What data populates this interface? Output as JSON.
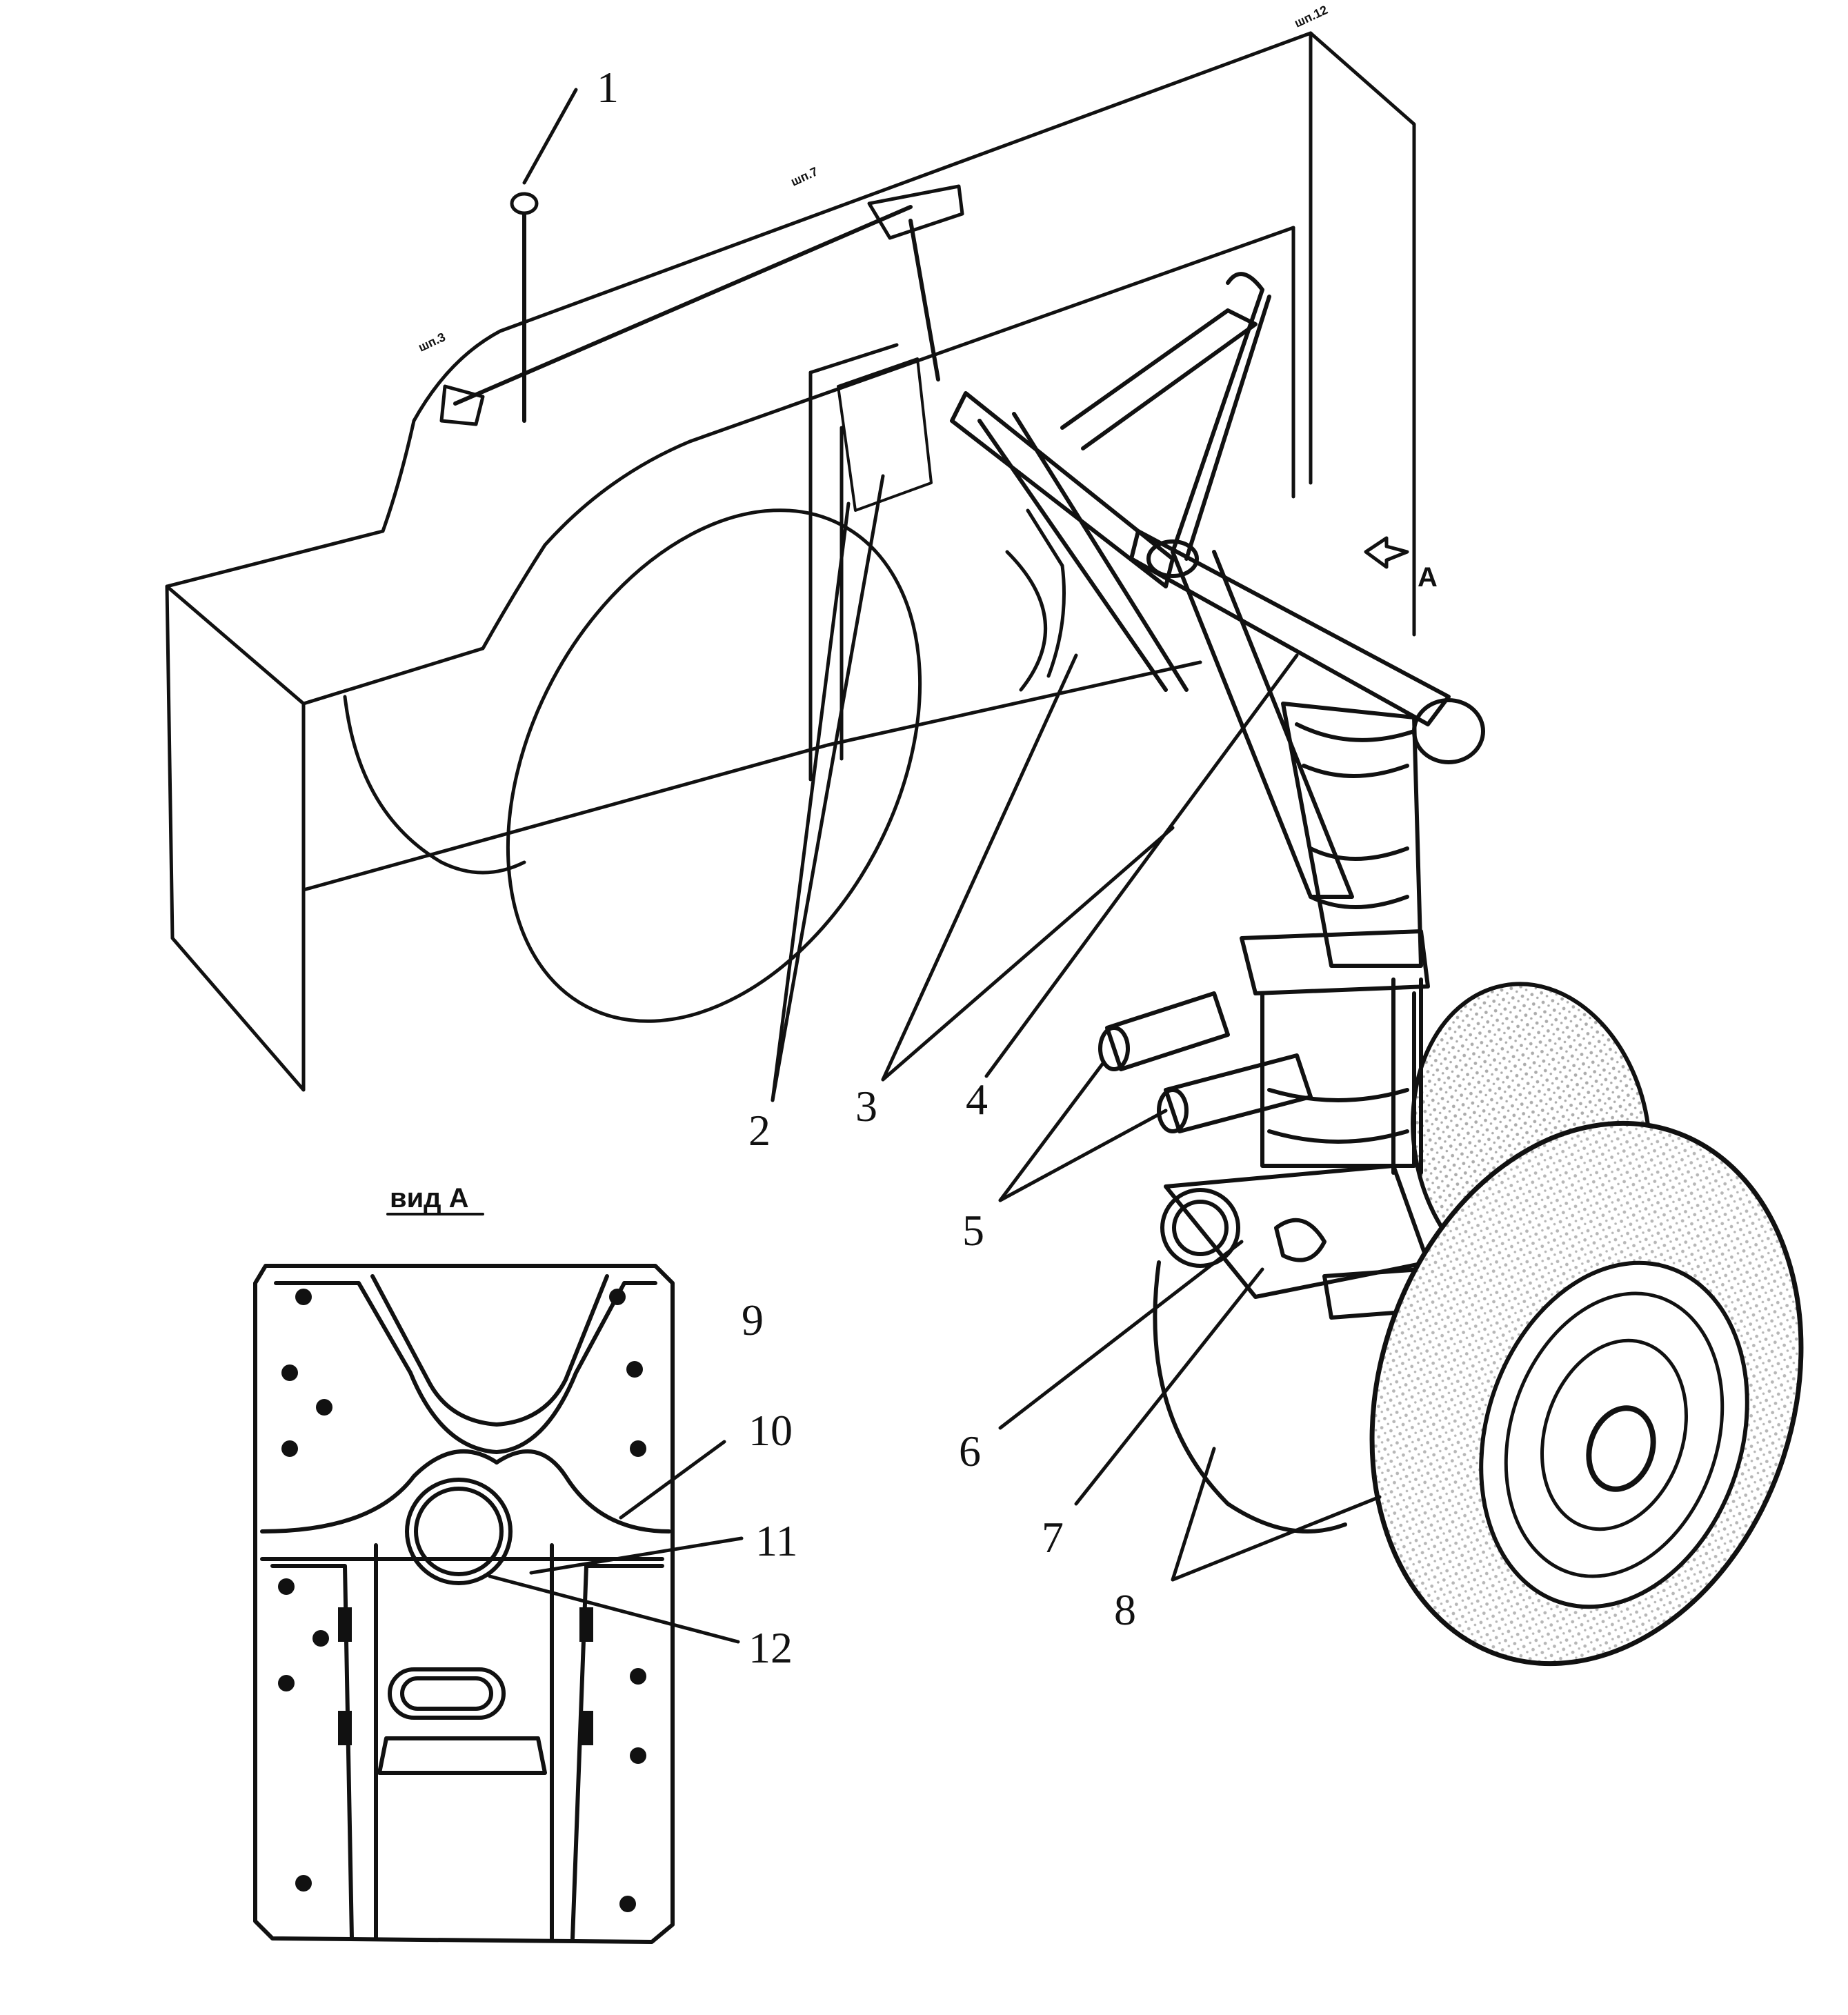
{
  "diagram": {
    "view_title": "вид А",
    "arrow_label": "А",
    "station_marks": [
      "шп.3",
      "шп.7",
      "шп.12"
    ],
    "callouts": [
      {
        "id": "1",
        "label": "1"
      },
      {
        "id": "2",
        "label": "2"
      },
      {
        "id": "3",
        "label": "3"
      },
      {
        "id": "4",
        "label": "4"
      },
      {
        "id": "5",
        "label": "5"
      },
      {
        "id": "6",
        "label": "6"
      },
      {
        "id": "7",
        "label": "7"
      },
      {
        "id": "8",
        "label": "8"
      },
      {
        "id": "9",
        "label": "9"
      },
      {
        "id": "10",
        "label": "10"
      },
      {
        "id": "11",
        "label": "11"
      },
      {
        "id": "12",
        "label": "12"
      }
    ]
  },
  "colors": {
    "ink": "#111111",
    "paper": "#ffffff"
  }
}
